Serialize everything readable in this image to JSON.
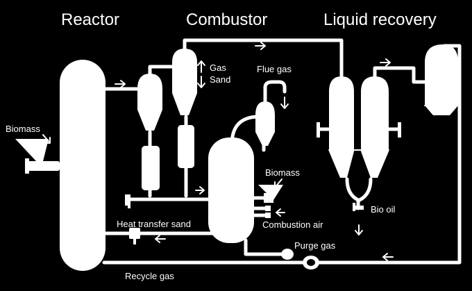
{
  "sections": {
    "reactor": "Reactor",
    "combustor": "Combustor",
    "liquid_recovery": "Liquid recovery"
  },
  "labels": {
    "biomass_reactor": "Biomass",
    "gas": "Gas",
    "sand": "Sand",
    "flue_gas": "Flue gas",
    "biomass_combustor": "Biomass",
    "heat_transfer_sand": "Heat transfer sand",
    "combustion_air": "Combustion air",
    "bio_oil": "Bio oil",
    "purge_gas": "Purge gas",
    "recycle_gas": "Recycle gas"
  },
  "colors": {
    "background": "#000000",
    "foreground": "#ffffff"
  }
}
